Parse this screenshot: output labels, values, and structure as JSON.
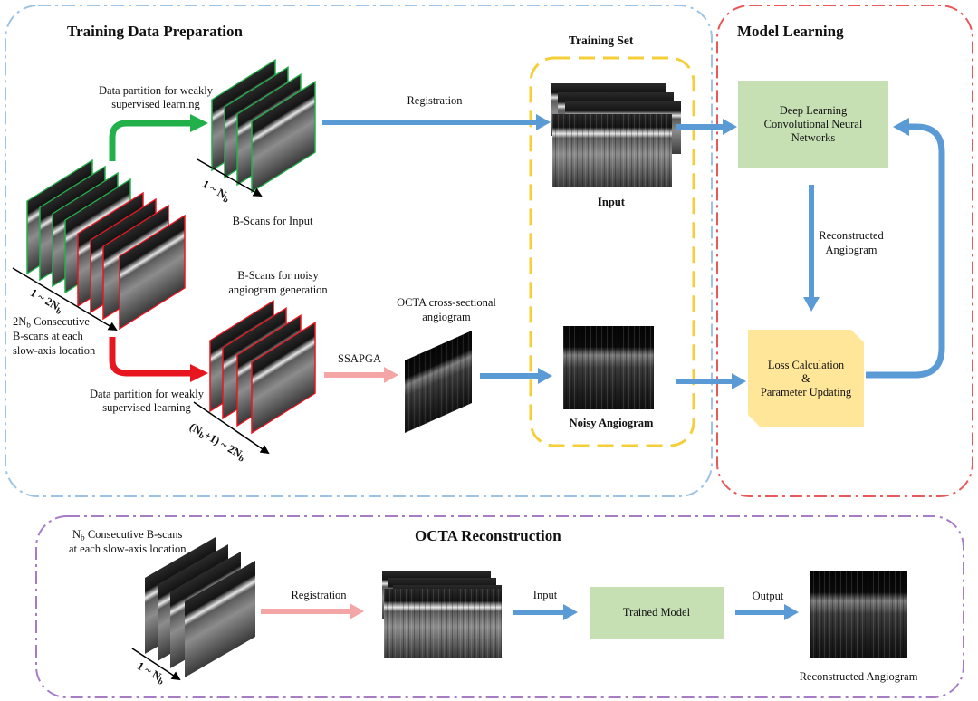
{
  "sections": {
    "training_prep_title": "Training Data Preparation",
    "model_learning_title": "Model Learning",
    "training_set_title": "Training Set",
    "reconstruction_title": "OCTA Reconstruction"
  },
  "labels": {
    "partition_top": "Data partition for weakly supervised learning",
    "partition_bottom": "Data partition for weakly supervised learning",
    "bscans_input": "B-Scans for Input",
    "bscans_noisy_1": "B-Scans for noisy",
    "bscans_noisy_2": "angiogram generation",
    "consecutive_1": "Consecutive",
    "consecutive_2": "B-scans at each",
    "consecutive_3": "slow-axis location",
    "registration_top": "Registration",
    "ssapga": "SSAPGA",
    "octa_cross_1": "OCTA cross-sectional",
    "octa_cross_2": "angiogram",
    "input": "Input",
    "noisy_angiogram": "Noisy Angiogram",
    "reconstructed_angiogram_1": "Reconstructed",
    "reconstructed_angiogram_2": "Angiogram",
    "recon_consecutive_1": "Consecutive  B-scans",
    "recon_consecutive_2": "at each slow-axis location",
    "registration_bottom": "Registration",
    "input_bottom": "Input",
    "output": "Output",
    "reconstructed_angiogram_bottom": "Reconstructed Angiogram"
  },
  "boxes": {
    "dl_1": "Deep Learning",
    "dl_2": "Convolutional Neural",
    "dl_3": "Networks",
    "loss_1": "Loss Calculation",
    "loss_2": "&",
    "loss_3": "Parameter Updating",
    "trained_model": "Trained Model"
  },
  "colors": {
    "blue_arrow": "#5b9bd5",
    "green_arrow": "#22b04b",
    "red_arrow": "#e8171f",
    "pink_arrow": "#f4a6a6",
    "green_box": "#c6e0b4",
    "yellow_box": "#ffe699",
    "prep_border": "#9dc3e6",
    "learning_border": "#e85a5a",
    "trainset_border": "#f5cf3a",
    "recon_border": "#a67cc5"
  }
}
